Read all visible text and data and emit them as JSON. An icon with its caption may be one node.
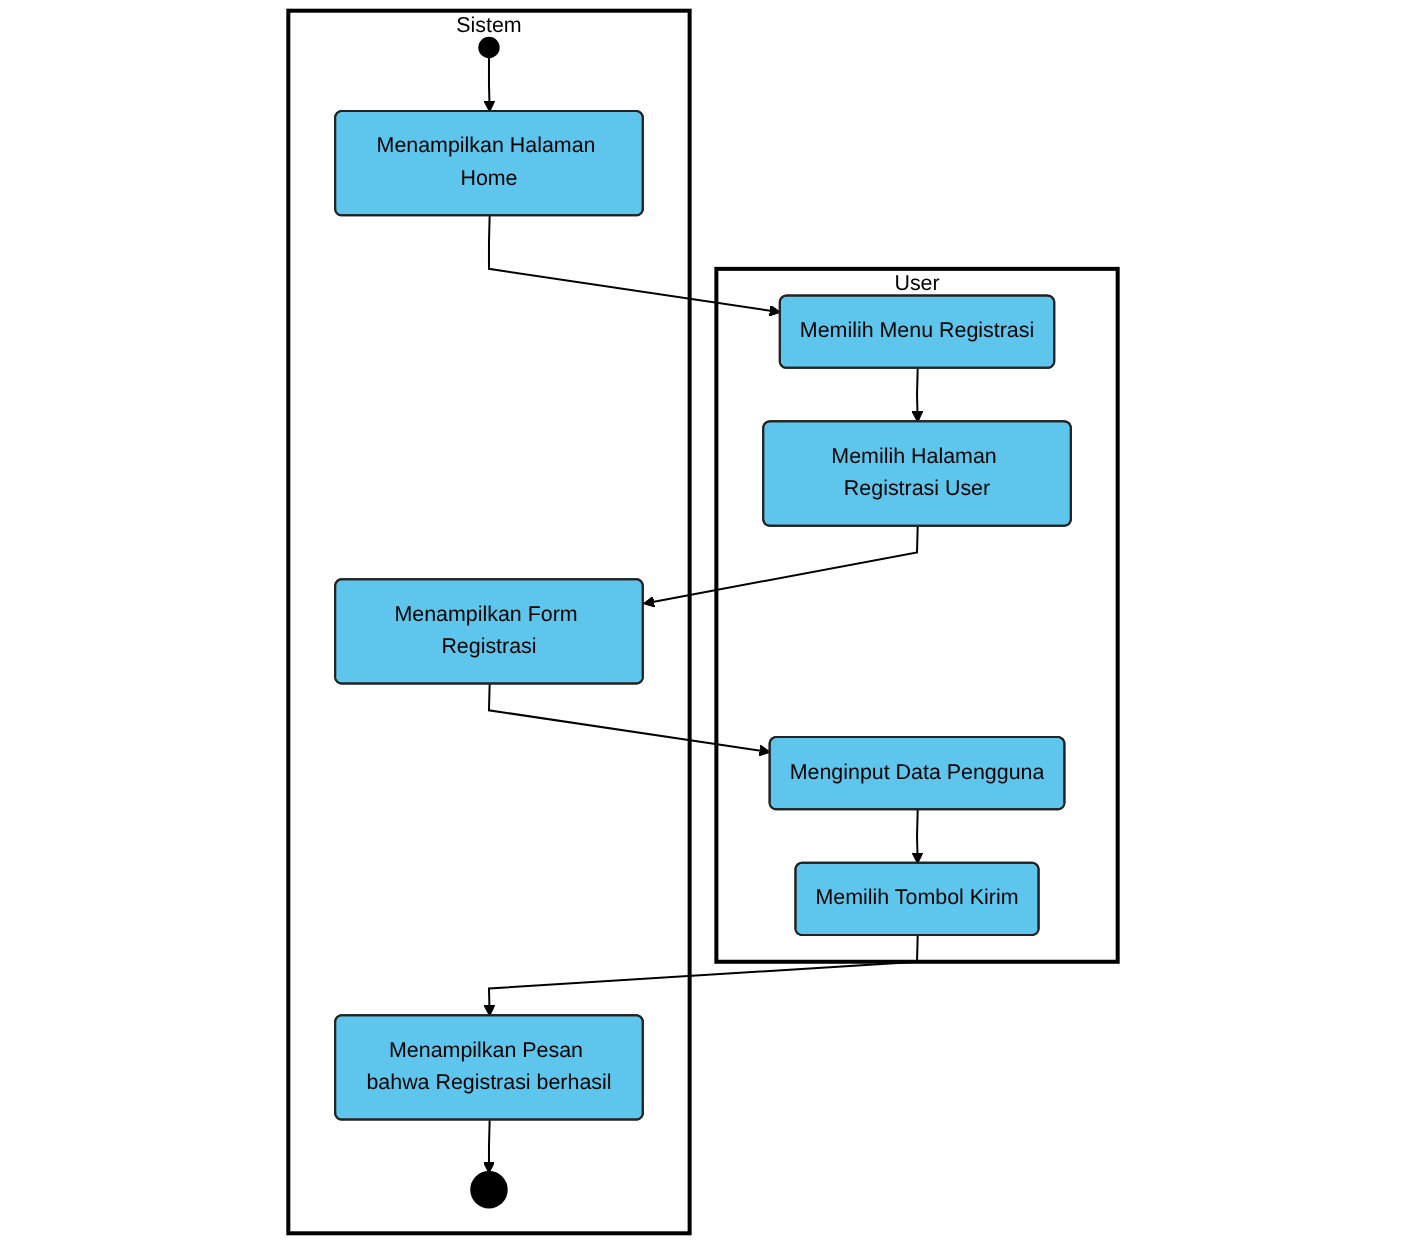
{
  "diagram": {
    "nodes": [
      {
        "text": [
          "User"
        ]
      },
      {
        "text": [
          "Sistem"
        ]
      },
      {
        "text": [],
        "shape": "circle",
        "in": 1
      },
      {
        "text": [
          "Menampilkan Halaman Home"
        ],
        "in": 1
      },
      {
        "text": [
          "Memilih Menu Registrasi"
        ],
        "in": 0
      },
      {
        "text": [
          "Memilih Halaman Registrasi User"
        ],
        "in": 0
      },
      {
        "text": [
          "Menampilkan Form Registrasi"
        ],
        "in": 1
      },
      {
        "text": [
          "Menginput Data Pengguna"
        ],
        "in": 0
      },
      {
        "text": [
          "Memilih Tombol Kirim"
        ],
        "in": 0
      },
      {
        "text": [
          "Menampilkan Pesan bahwa Registrasi berhasil"
        ],
        "in": 1
      },
      {
        "text": [],
        "shape": "bullseye",
        "in": 1
      }
    ],
    "edges": [
      {
        "from": 2,
        "to": 3,
        "arrow": "to"
      },
      {
        "from": 3,
        "to": 4,
        "arrow": "to"
      },
      {
        "from": 4,
        "to": 5,
        "arrow": "to"
      },
      {
        "from": 5,
        "to": 6,
        "arrow": "to"
      },
      {
        "from": 6,
        "to": 7,
        "arrow": "to"
      },
      {
        "from": 7,
        "to": 8,
        "arrow": "to"
      },
      {
        "from": 8,
        "to": 9,
        "arrow": "to"
      },
      {
        "from": 9,
        "to": 10,
        "arrow": "to"
      }
    ]
  }
}
